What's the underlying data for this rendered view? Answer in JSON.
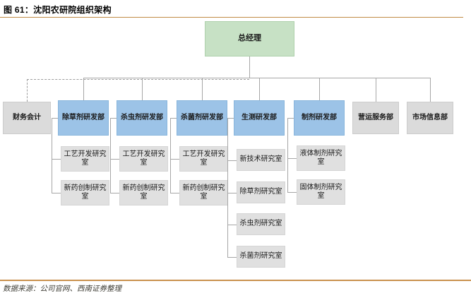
{
  "title": "图 61：沈阳农研院组织架构",
  "source": "数据来源：公司官网、西南证券整理",
  "colors": {
    "accent_rule": "#C08B45",
    "root_fill": "#C7E1C5",
    "dept_fill": "#9CC3E7",
    "gray_fill": "#DBDBDB",
    "child_fill": "#E0E0E0",
    "connector": "#A6A6A6"
  },
  "org": {
    "root": "总经理",
    "level2": [
      {
        "label": "财务会计",
        "style": "gray",
        "dashed": true,
        "children": []
      },
      {
        "label": "除草剂研发部",
        "style": "blue",
        "dashed": false,
        "children": [
          "工艺开发研究室",
          "新药创制研究室"
        ]
      },
      {
        "label": "杀虫剂研发部",
        "style": "blue",
        "dashed": false,
        "children": [
          "工艺开发研究室",
          "新药创制研究室"
        ]
      },
      {
        "label": "杀菌剂研发部",
        "style": "blue",
        "dashed": false,
        "children": [
          "工艺开发研究室",
          "新药创制研究室"
        ]
      },
      {
        "label": "生测研发部",
        "style": "blue",
        "dashed": false,
        "children": [
          "新技术研究室",
          "除草剂研究室",
          "杀虫剂研究室",
          "杀菌剂研究室"
        ]
      },
      {
        "label": "制剂研发部",
        "style": "blue",
        "dashed": false,
        "children": [
          "液体制剂研究室",
          "固体制剂研究室"
        ]
      },
      {
        "label": "营运服务部",
        "style": "gray",
        "dashed": false,
        "children": []
      },
      {
        "label": "市场信息部",
        "style": "gray",
        "dashed": false,
        "children": []
      }
    ]
  }
}
